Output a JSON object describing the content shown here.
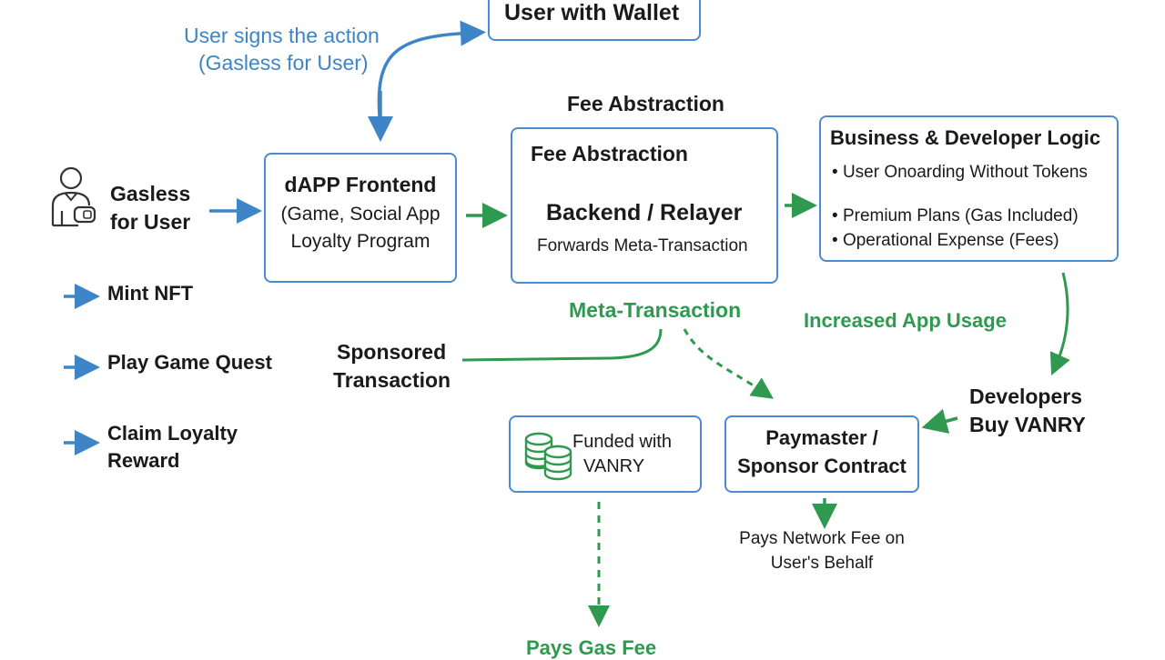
{
  "colors": {
    "blue": "#3d85c6",
    "green": "#2f9a4f",
    "box_border": "#4a8ad0",
    "text": "#1a1a1a"
  },
  "top_box": {
    "label": "User with Wallet"
  },
  "sign_label": {
    "line1": "User signs the action",
    "line2": "(Gasless for User)"
  },
  "user": {
    "icon": "user-with-wallet-icon",
    "line1": "Gasless",
    "line2": "for User"
  },
  "actions": [
    {
      "label": "Mint NFT"
    },
    {
      "label": "Play Game Quest"
    },
    {
      "label": "Claim Loyalty",
      "label2": "Reward"
    }
  ],
  "frontend": {
    "title": "dAPP Frontend",
    "line1": "(Game, Social App",
    "line2": "Loyalty Program"
  },
  "fee_abstraction": {
    "caption": "Fee Abstraction",
    "title": "Fee Abstraction",
    "subtitle": "Backend / Relayer",
    "detail": "Forwards Meta-Transaction"
  },
  "business": {
    "title": "Business & Developer Logic",
    "bullets": [
      "User Onoarding Without Tokens",
      "Premium Plans (Gas Included)",
      "Operational Expense (Fees)"
    ]
  },
  "meta_tx_label": "Meta-Transaction",
  "increased_usage_label": "Increased App Usage",
  "sponsored": {
    "line1": "Sponsored",
    "line2": "Transaction"
  },
  "developers": {
    "line1": "Developers",
    "line2": "Buy VANRY"
  },
  "funded": {
    "icon": "coins-icon",
    "line1": "Funded with",
    "line2": "VANRY"
  },
  "paymaster": {
    "line1": "Paymaster /",
    "line2": "Sponsor Contract"
  },
  "pays_network": {
    "line1": "Pays Network Fee on",
    "line2": "User's Behalf"
  },
  "pays_gas": "Pays Gas Fee"
}
